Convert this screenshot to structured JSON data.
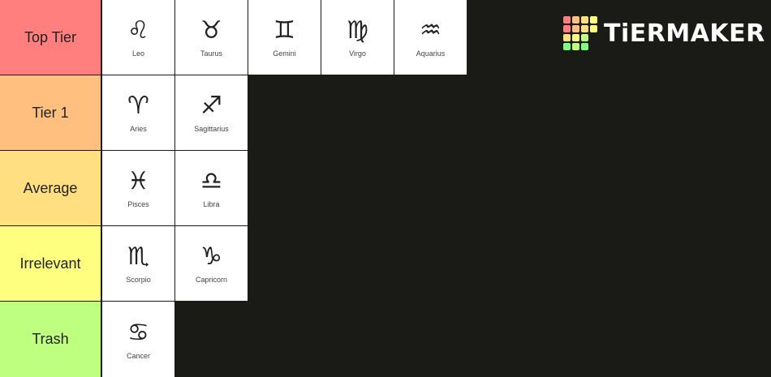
{
  "branding": {
    "logo_text": "TiERMAKER",
    "logo_colors": [
      "#ff7f7f",
      "#ffbf7f",
      "#ffdf7f",
      "#ffff7f",
      "#ff7f7f",
      "#ffbf7f",
      "#ffdf7f",
      "#ffff7f",
      "#ffdf7f",
      "#ffff7f",
      "#bfff7f",
      "#1a1a17",
      "#7fff7f",
      "#bfff7f",
      "#7fff7f",
      "#1a1a17"
    ]
  },
  "tiers": [
    {
      "label": "Top Tier",
      "color": "#ff7f7f",
      "items": [
        {
          "glyph": "♌",
          "name": "Leo"
        },
        {
          "glyph": "♉",
          "name": "Taurus"
        },
        {
          "glyph": "♊",
          "name": "Gemini"
        },
        {
          "glyph": "♍",
          "name": "Virgo"
        },
        {
          "glyph": "♒",
          "name": "Aquarius"
        }
      ]
    },
    {
      "label": "Tier 1",
      "color": "#ffbf7f",
      "items": [
        {
          "glyph": "♈",
          "name": "Aries"
        },
        {
          "glyph": "♐",
          "name": "Sagittarius"
        }
      ]
    },
    {
      "label": "Average",
      "color": "#ffdf7f",
      "items": [
        {
          "glyph": "♓",
          "name": "Pisces"
        },
        {
          "glyph": "♎",
          "name": "Libra"
        }
      ]
    },
    {
      "label": "Irrelevant",
      "color": "#ffff7f",
      "items": [
        {
          "glyph": "♏",
          "name": "Scorpio"
        },
        {
          "glyph": "♑",
          "name": "Capricorn"
        }
      ]
    },
    {
      "label": "Trash",
      "color": "#bfff7f",
      "items": [
        {
          "glyph": "♋",
          "name": "Cancer"
        }
      ]
    }
  ]
}
